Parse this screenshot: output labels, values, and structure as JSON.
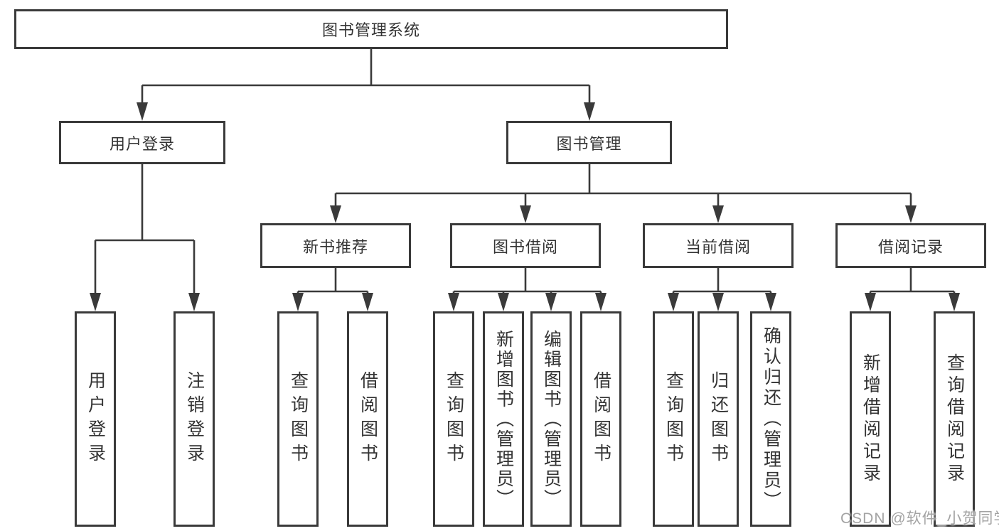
{
  "diagram": {
    "root": {
      "label": "图书管理系统"
    },
    "level1": [
      {
        "label": "用户登录"
      },
      {
        "label": "图书管理"
      }
    ],
    "level2": [
      {
        "label": "新书推荐"
      },
      {
        "label": "图书借阅"
      },
      {
        "label": "当前借阅"
      },
      {
        "label": "借阅记录"
      }
    ],
    "leaves": {
      "user_login": [
        "用户登录",
        "注销登录"
      ],
      "new_books": [
        "查询图书",
        "借阅图书"
      ],
      "book_borrow": [
        "查询图书",
        "新增图书（管理员）",
        "编辑图书（管理员）",
        "借阅图书"
      ],
      "current_borrow": [
        "查询图书",
        "归还图书",
        "确认归还（管理员）"
      ],
      "borrow_records": [
        "新增借阅记录",
        "查询借阅记录"
      ]
    }
  },
  "watermark": {
    "text": "CSDN @软件_小贺同学"
  },
  "colors": {
    "line": "#3a3a3a",
    "text": "#333333",
    "watermark": "#9e9e9e",
    "background": "#ffffff"
  }
}
